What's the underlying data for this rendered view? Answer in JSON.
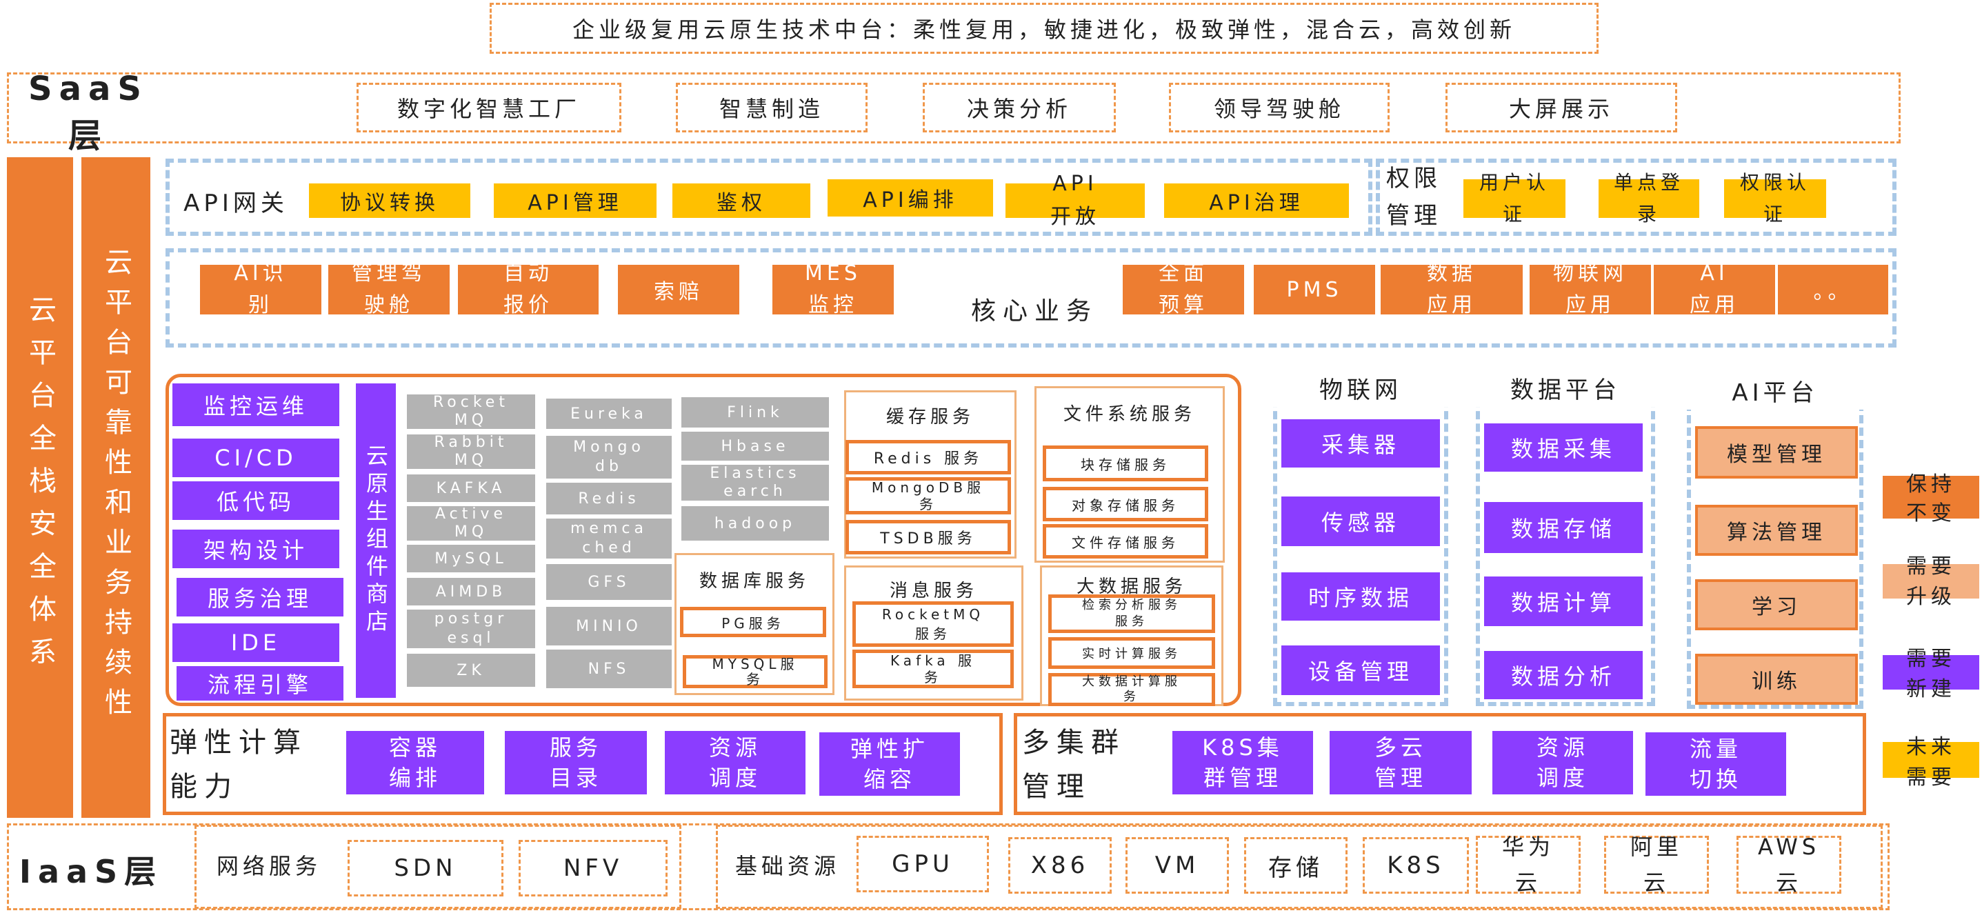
{
  "title": "企业级复用云原生技术中台：柔性复用，敏捷进化，极致弹性，混合云，高效创新",
  "saas": {
    "label": "SaaS层",
    "items": [
      "数字化智慧工厂",
      "智慧制造",
      "决策分析",
      "领导驾驶舱",
      "大屏展示"
    ]
  },
  "left_columns": [
    "云平台全栈安全体系",
    "云平台可靠性和业务持续性"
  ],
  "api": {
    "label": "API网关",
    "items": [
      "协议转换",
      "API管理",
      "鉴权",
      "API编排",
      "API\n开放",
      "API治理"
    ],
    "perm_label": "权限\n管理",
    "perm_items": [
      "用户认\n证",
      "单点登\n录",
      "权限认\n证"
    ]
  },
  "core": {
    "label": "核心业务",
    "left_items": [
      "AI识\n别",
      "管理驾\n驶舱",
      "自动\n报价",
      "索赔",
      "MES\n监控"
    ],
    "right_items": [
      "全面\n预算",
      "PMS",
      "数据\n应用",
      "物联网\n应用",
      "AI\n应用",
      "。。"
    ]
  },
  "devops": [
    "监控运维",
    "CI/CD",
    "低代码",
    "架构设计",
    "服务治理",
    "IDE",
    "流程引擎"
  ],
  "store_label": "云原生组件商店",
  "components": {
    "col1": [
      "Rocket\nMQ",
      "Rabbit\nMQ",
      "KAFKA",
      "Active\nMQ",
      "MySQL",
      "AIMDB",
      "postgr\nesql",
      "ZK"
    ],
    "col2": [
      "Eureka",
      "Mongo\ndb",
      "Redis",
      "memca\nched",
      "GFS",
      "MINIO",
      "NFS"
    ],
    "col3": [
      "Flink",
      "Hbase",
      "Elastics\nearch",
      "hadoop"
    ]
  },
  "services": {
    "cache": {
      "title": "缓存服务",
      "items": [
        "Redis 服务",
        "MongoDB服\n务",
        "TSDB服务"
      ]
    },
    "file": {
      "title": "文件系统服务",
      "items": [
        "块存储服务",
        "对象存储服务",
        "文件存储服务"
      ]
    },
    "db": {
      "title": "数据库服务",
      "items": [
        "PG服务",
        "MYSQL服\n务"
      ]
    },
    "msg": {
      "title": "消息服务",
      "items": [
        "RocketMQ\n服务",
        "Kafka 服\n务"
      ]
    },
    "bigdata": {
      "title": "大数据服务",
      "items": [
        "检索分析服务\n服务",
        "实时计算服务",
        "大数据计算服\n务"
      ]
    }
  },
  "iot": {
    "title": "物联网",
    "items": [
      "采集器",
      "传感器",
      "时序数据",
      "设备管理"
    ]
  },
  "dataplat": {
    "title": "数据平台",
    "items": [
      "数据采集",
      "数据存储",
      "数据计算",
      "数据分析"
    ]
  },
  "aiplat": {
    "title": "AI平台",
    "items": [
      "模型管理",
      "算法管理",
      "学习",
      "训练"
    ]
  },
  "legend": [
    {
      "label": "保持\n不变",
      "color": "#ed7d31"
    },
    {
      "label": "需要\n升级",
      "color": "#f4b183"
    },
    {
      "label": "需要\n新建",
      "color": "#8b3dff"
    },
    {
      "label": "未来\n需要",
      "color": "#ffc000"
    }
  ],
  "elastic": {
    "label": "弹性计算\n能力",
    "items": [
      "容器\n编排",
      "服务\n目录",
      "资源\n调度",
      "弹性扩\n缩容"
    ]
  },
  "multicluster": {
    "label": "多集群\n管理",
    "items": [
      "K8S集\n群管理",
      "多云\n管理",
      "资源\n调度",
      "流量\n切换"
    ]
  },
  "iaas": {
    "label": "IaaS层",
    "net_label": "网络服务",
    "net_items": [
      "SDN",
      "NFV"
    ],
    "base_label": "基础资源",
    "base_items": [
      "GPU",
      "X86",
      "VM",
      "存储",
      "K8S",
      "华为\n云",
      "阿里\n云",
      "AWS\n云"
    ]
  }
}
